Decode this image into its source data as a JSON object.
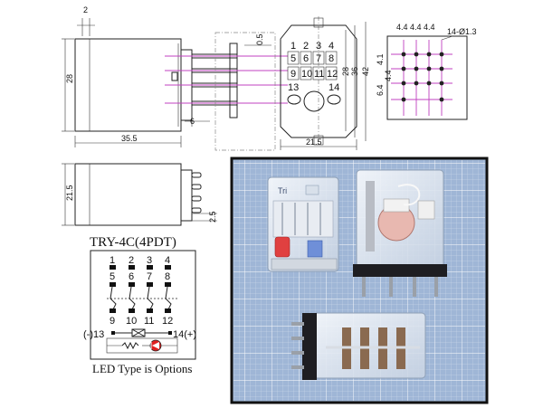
{
  "drawing": {
    "top_dims": {
      "d2": "2",
      "d28": "28",
      "d35_5": "35.5",
      "d6": "6",
      "d0_5": "0.5",
      "d21_5_bottom": "21.5",
      "d28_b": "28",
      "d36": "36",
      "d42": "42"
    },
    "side_dims": {
      "d21_5": "21.5",
      "d2_5": "2.5"
    },
    "pcb_dims": {
      "pitch_top": "4.4 4.4 4.4",
      "hole_note": "14-Ø1.3",
      "d4_1": "4.1",
      "d6_4": "6.4",
      "d4_4": "4.4"
    },
    "terminal_face": {
      "row1": [
        "1",
        "2",
        "3",
        "4"
      ],
      "row2": [
        "5",
        "6",
        "7",
        "8"
      ],
      "row3": [
        "9",
        "10",
        "11",
        "12"
      ],
      "coil": [
        "13",
        "14"
      ]
    }
  },
  "schematic": {
    "title": "TRY-4C(4PDT)",
    "top_pins": [
      "1",
      "2",
      "3",
      "4"
    ],
    "mid_pins": [
      "5",
      "6",
      "7",
      "8"
    ],
    "bottom_pins": [
      "9",
      "10",
      "11",
      "12"
    ],
    "coil_left": "(-)13",
    "coil_right": "14(+)",
    "note": "LED Type is Options"
  },
  "photo": {
    "label_left": "Tri"
  },
  "colors": {
    "leader": "#c040c0",
    "led": "#e02020",
    "photo_bg": "#9fb6d6",
    "grid_line": "#ffffff"
  }
}
